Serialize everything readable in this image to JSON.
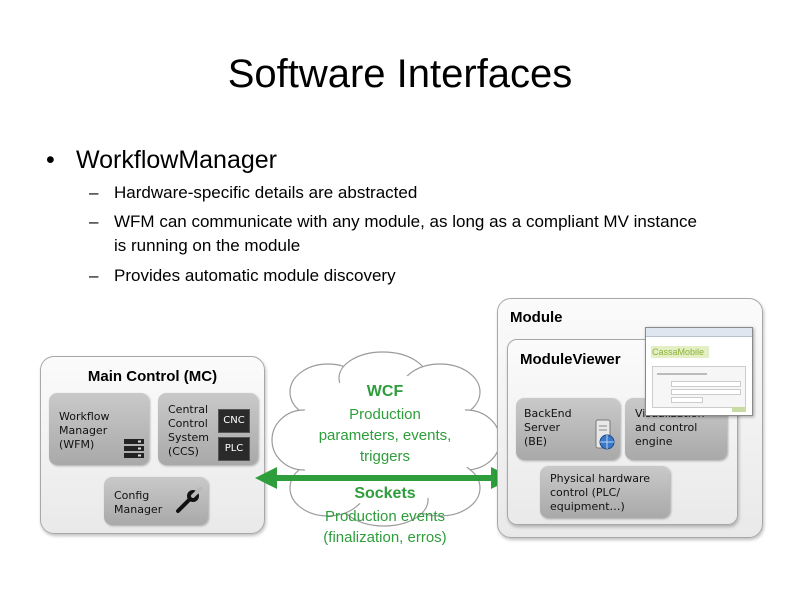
{
  "slide": {
    "title": "Software Interfaces",
    "bullet": "WorkflowManager",
    "bullet_marker": "•",
    "sub_marker": "–",
    "sub_bullets": [
      "Hardware-specific details are abstracted",
      "WFM can communicate with any module, as long as a compliant MV instance",
      "is running on the module",
      "Provides automatic module discovery"
    ]
  },
  "diagram": {
    "main_control": {
      "label": "Main Control (MC)",
      "wfm": [
        "Workflow",
        "Manager",
        "(WFM)"
      ],
      "ccs": [
        "Central",
        "Control",
        "System",
        "(CCS)"
      ],
      "cnc": "CNC",
      "plc": "PLC",
      "config": [
        "Config",
        "Manager"
      ]
    },
    "cloud": {
      "wcf": "WCF",
      "wcf_lines": [
        "Production",
        "parameters, events,",
        "triggers"
      ],
      "sockets": "Sockets",
      "sockets_lines": [
        "Production events",
        "(finalization, erros)"
      ]
    },
    "module": {
      "label": "Module",
      "viewer_label": "ModuleViewer",
      "backend": [
        "BackEnd",
        "Server",
        "(BE)"
      ],
      "visualization": [
        "Visualization",
        "and control",
        "engine"
      ],
      "physical": [
        "Physical hardware",
        "control (PLC/",
        "equipment…)"
      ],
      "screenshot_logo": "CassaMobile"
    },
    "colors": {
      "accent": "#2e9d3b"
    }
  }
}
